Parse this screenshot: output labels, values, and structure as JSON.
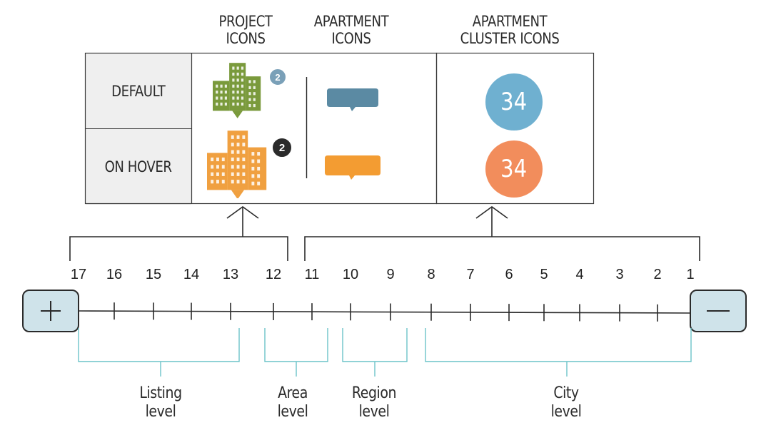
{
  "headers": {
    "project_icons": [
      "PROJECT",
      "ICONS"
    ],
    "apartment_icons": [
      "APARTMENT",
      "ICONS"
    ],
    "cluster_icons": [
      "APARTMENT",
      "CLUSTER ICONS"
    ]
  },
  "rows": {
    "default": "DEFAULT",
    "hover": "ON HOVER"
  },
  "project_icon": {
    "badge_count": "2",
    "default_color": "#7a9a3c",
    "hover_color": "#f0a040",
    "default_badge_color": "#7aa0b8",
    "hover_badge_color": "#2b2b2b"
  },
  "apartment_icon": {
    "default_color": "#5b8aa3",
    "hover_color": "#f39c32"
  },
  "cluster_icon": {
    "default_count": "34",
    "hover_count": "34",
    "default_color": "#6fb0d0",
    "hover_color": "#f28d5c"
  },
  "zoom": {
    "levels": [
      "17",
      "16",
      "15",
      "14",
      "13",
      "12",
      "11",
      "10",
      "9",
      "8",
      "7",
      "6",
      "5",
      "4",
      "3",
      "2",
      "1"
    ],
    "zoom_in_symbol": "+",
    "zoom_out_symbol": "—",
    "button_color": "#cfe3ea",
    "bracket_color": "#6cc3c9"
  },
  "level_groups": {
    "listing": [
      "Listing",
      "level"
    ],
    "area": [
      "Area",
      "level"
    ],
    "region": [
      "Region",
      "level"
    ],
    "city": [
      "City",
      "level"
    ]
  }
}
